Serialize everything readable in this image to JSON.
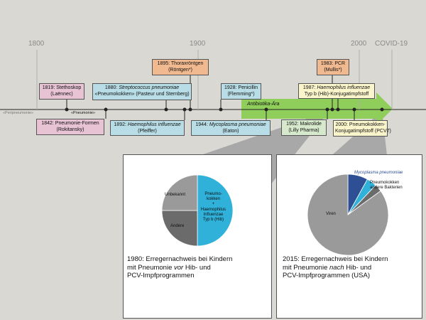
{
  "years": {
    "y1800": "1800",
    "y1900": "1900",
    "y2000": "2000",
    "covid": "COVID-19"
  },
  "timeline": {
    "left_label": "«Peripneumonie»",
    "pneumonie_label": "«Pneumonie»",
    "arrow_label": "Antibiotika-Ära"
  },
  "events": {
    "e1819": {
      "line1": "1819: Stethoskop",
      "line2": "(Laënnec)"
    },
    "e1842": {
      "line1": "1842: Pneumonie-Formen",
      "line2": "(Rokitansky)"
    },
    "e1880": {
      "line1a": "1880: ",
      "line1b": "Streptococcus pneumoniae",
      "line2": "«Pneumokokken» (Pasteur und Sternberg)"
    },
    "e1892": {
      "line1a": "1892: ",
      "line1b": "Haemophilus influenzae",
      "line2": "(Pfeiffer)"
    },
    "e1895": {
      "line1": "1895: Thoraxröntgen",
      "line2": "(Röntgen*)"
    },
    "e1928": {
      "line1": "1928: Penicillin",
      "line2": "(Flemming*)"
    },
    "e1944": {
      "line1a": "1944: ",
      "line1b": "Mycoplasma pneumoniae",
      "line2": "(Eaton)"
    },
    "e1952": {
      "line1": "1952: Makrolide",
      "line2": "(Lilly Pharma)"
    },
    "e1983": {
      "line1": "1983: PCR",
      "line2": "(Mullis*)"
    },
    "e1987": {
      "line1a": "1987: ",
      "line1b": "Haemophilus influenzae",
      "line2": "Typ b (Hib)-Konjugatimpfstoff"
    },
    "e2000": {
      "line1": "2000: Pneumokokken-",
      "line2": "Konjugatimpfstoff (PCV7)"
    }
  },
  "pie1980": {
    "caption": {
      "line1": "1980: Erregernachweis bei Kindern",
      "line2a": "mit Pneumonie ",
      "line2b": "vor",
      "line2c": " Hib- und",
      "line3": "PCV-Impfprogrammen"
    },
    "labels": {
      "unbekannt": "Unbekannt",
      "andere": "Andere",
      "pneumo": [
        "Pneumo-",
        "kokken",
        "+",
        "Haemophilus",
        "Influenzae",
        "Typ b (Hib)"
      ]
    },
    "slices": [
      {
        "name": "Pneumokokken + Haemophilus Influenzae Typ b (Hib)",
        "value": 50,
        "color": "#2fb1da"
      },
      {
        "name": "Andere",
        "value": 25,
        "color": "#6b6b6b"
      },
      {
        "name": "Unbekannt",
        "value": 25,
        "color": "#9a9a9a"
      }
    ]
  },
  "pie2015": {
    "caption": {
      "line1": "2015: Erregernachweis bei Kindern",
      "line2a": "mit Pneumonie ",
      "line2b": "nach",
      "line2c": " Hib- und",
      "line3": "PCV-Impfprogrammen (USA)"
    },
    "labels": {
      "myco": "Mycoplasma pneumoniae",
      "pneumo": "Pneumokokken",
      "andere": "andere Bakterien",
      "viren": "Viren"
    },
    "slices": [
      {
        "name": "Mycoplasma pneumoniae",
        "value": 8,
        "color": "#2f4f94"
      },
      {
        "name": "Pneumokokken",
        "value": 4,
        "color": "#2fb1da"
      },
      {
        "name": "andere Bakterien",
        "value": 3,
        "color": "#6b6b6b"
      },
      {
        "name": "Viren",
        "value": 85,
        "color": "#9a9a9a"
      }
    ]
  },
  "colors": {
    "arrow": "#8fce5a",
    "cyan": "#2fb1da",
    "grey_funnel": "#a8a8a8"
  }
}
